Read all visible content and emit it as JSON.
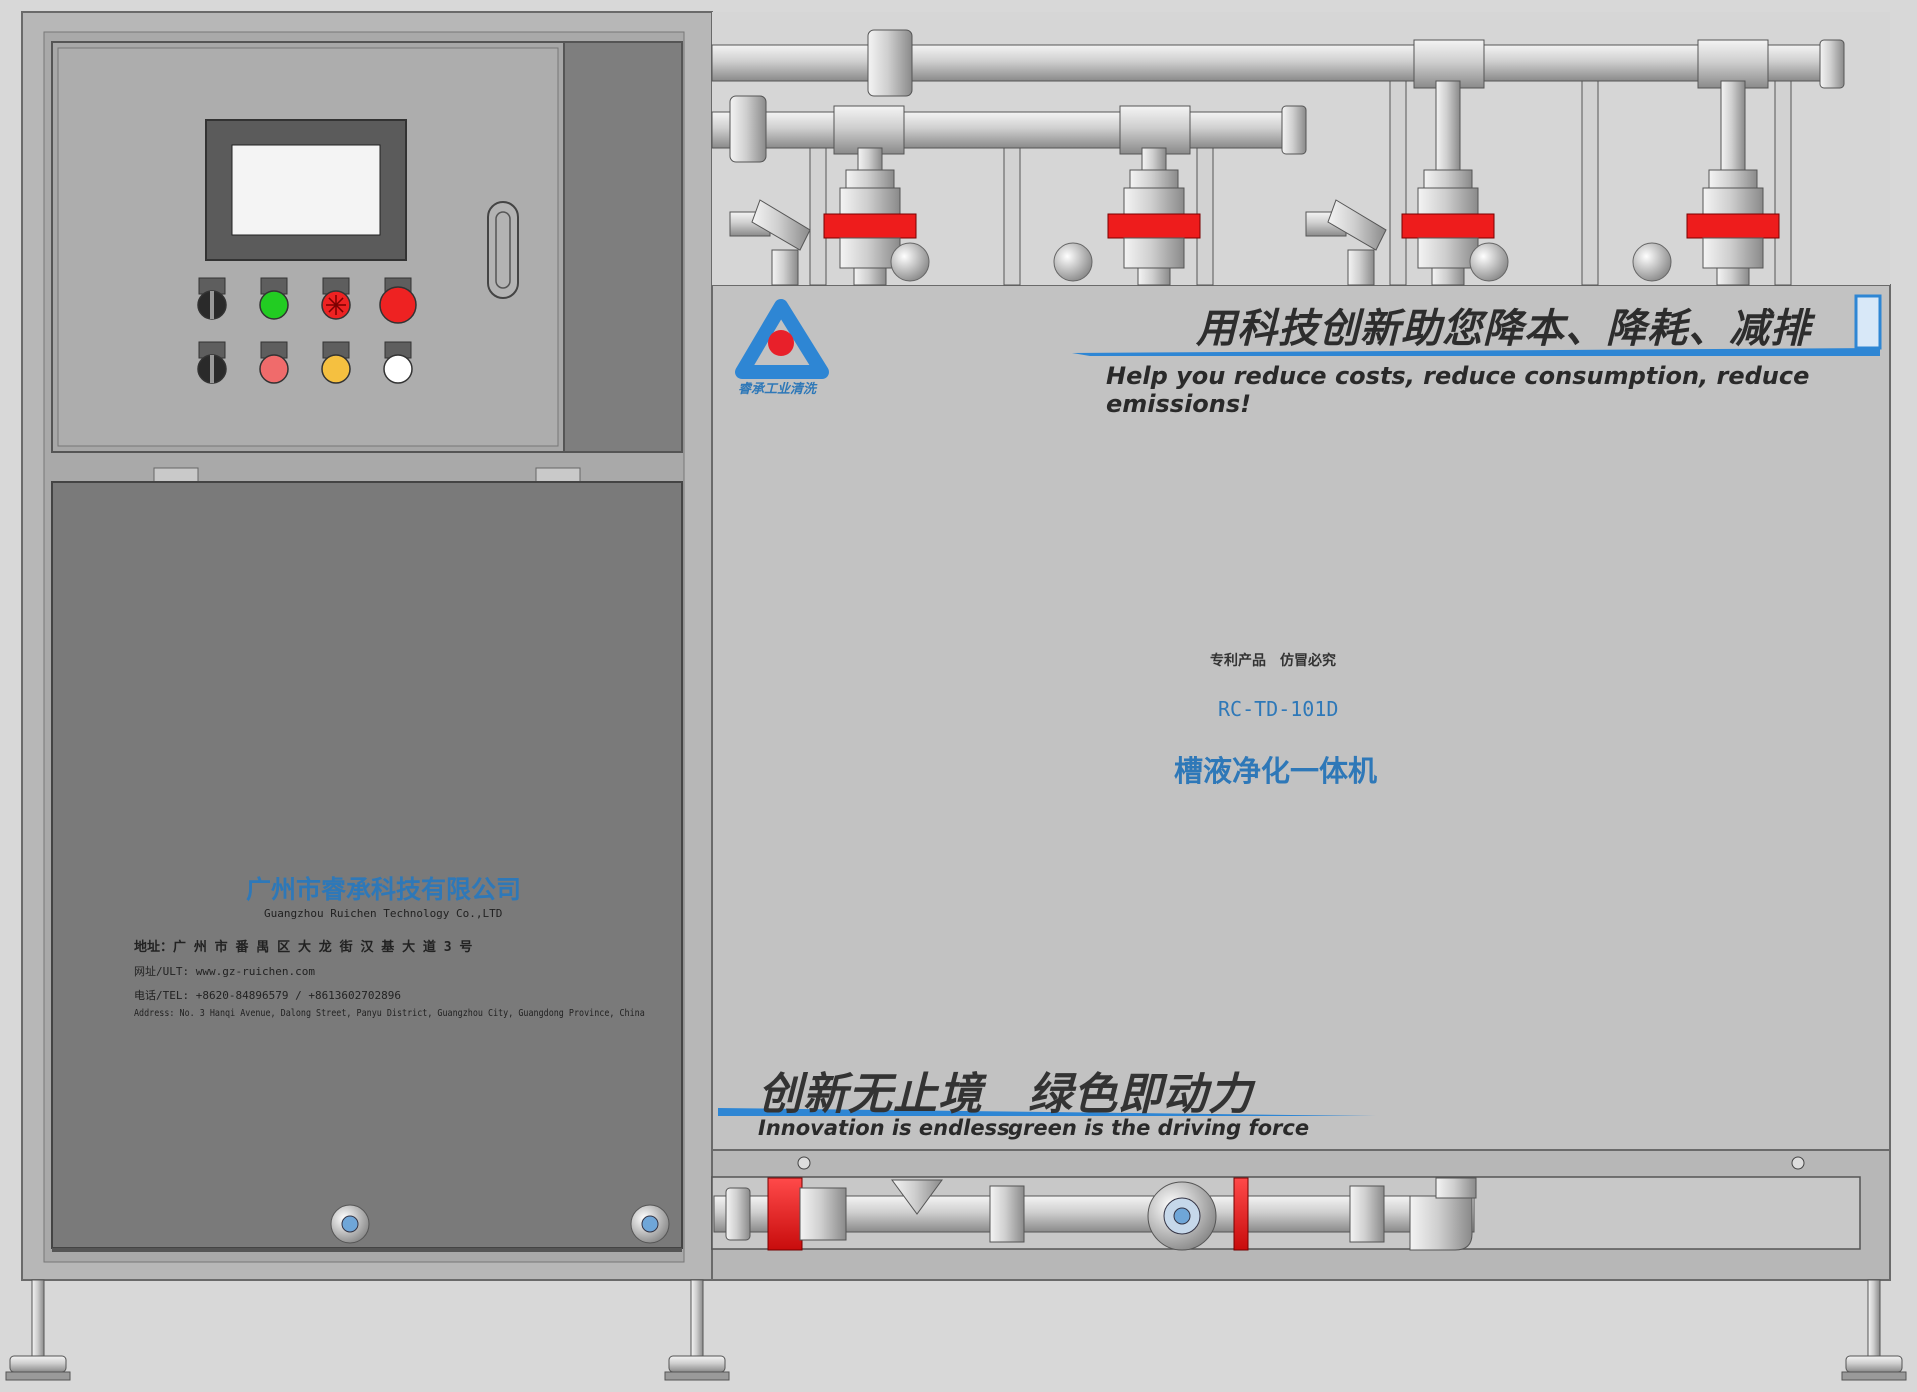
{
  "logo": {
    "name": "睿承工业清洗",
    "colors": {
      "triangle": "#2e86d4",
      "dot": "#e8202a"
    }
  },
  "slogan_top": {
    "cn": "用科技创新助您降本、降耗、减排",
    "en": "Help you reduce costs, reduce consumption, reduce emissions!"
  },
  "product": {
    "patent": "专利产品　仿冒必究",
    "model": "RC-TD-101D",
    "name": "槽液净化一体机"
  },
  "company": {
    "name_cn": "广州市睿承科技有限公司",
    "name_en": "Guangzhou Ruichen Technology Co.,LTD",
    "address_cn": "地址：广 州 市 番 禺 区 大 龙 街 汉 基 大 道 3 号",
    "website": "网址/ULT: www.gz-ruichen.com",
    "phone": "电话/TEL: +8620-84896579 / +8613602702896",
    "address_en": "Address: No. 3 Hanqi Avenue, Dalong Street, Panyu District, Guangzhou City, Guangdong Province, China"
  },
  "slogan_bottom": {
    "cn": "创新无止境　绿色即动力",
    "en_left": "Innovation is endless",
    "en_right": "green is the driving force"
  },
  "control_panel": {
    "buttons_row1": [
      "black-switch",
      "green-lamp",
      "red-knob",
      "red-lamp"
    ],
    "buttons_row2": [
      "black-switch",
      "pink-lamp",
      "yellow-lamp",
      "white-lamp"
    ],
    "colors": {
      "green": "#22cc22",
      "red": "#ee2222",
      "pink": "#f06b6b",
      "yellow": "#f5c040",
      "white": "#ffffff",
      "black": "#2a2a2a"
    }
  },
  "accent_colors": {
    "valve_red": "#ee1c1c",
    "frame": "#a8a8a8",
    "door": "#7a7a7a",
    "panel": "#c4c4c4"
  }
}
